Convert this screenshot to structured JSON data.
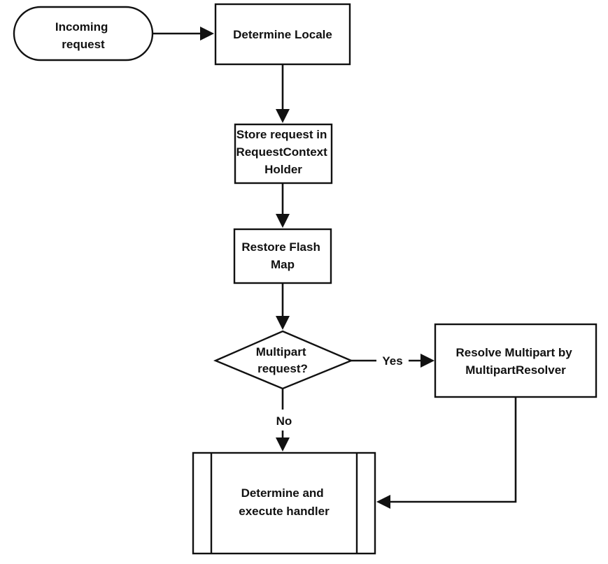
{
  "nodes": {
    "incoming": {
      "shape": "terminator",
      "lines": [
        "Incoming",
        "request"
      ]
    },
    "locale": {
      "shape": "process",
      "lines": [
        "Determine Locale"
      ]
    },
    "store": {
      "shape": "process",
      "lines": [
        "Store request in",
        "RequestContext",
        "Holder"
      ]
    },
    "flashmap": {
      "shape": "process",
      "lines": [
        "Restore Flash",
        "Map"
      ]
    },
    "multipart": {
      "shape": "decision",
      "lines": [
        "Multipart",
        "request?"
      ]
    },
    "resolve": {
      "shape": "process",
      "lines": [
        "Resolve Multipart by",
        "MultipartResolver"
      ]
    },
    "handler": {
      "shape": "predefined-process",
      "lines": [
        "Determine and",
        "execute handler"
      ]
    }
  },
  "edges": [
    {
      "from": "incoming",
      "to": "locale",
      "label": ""
    },
    {
      "from": "locale",
      "to": "store",
      "label": ""
    },
    {
      "from": "store",
      "to": "flashmap",
      "label": ""
    },
    {
      "from": "flashmap",
      "to": "multipart",
      "label": ""
    },
    {
      "from": "multipart",
      "to": "resolve",
      "label": "Yes"
    },
    {
      "from": "multipart",
      "to": "handler",
      "label": "No"
    },
    {
      "from": "resolve",
      "to": "handler",
      "label": ""
    }
  ]
}
